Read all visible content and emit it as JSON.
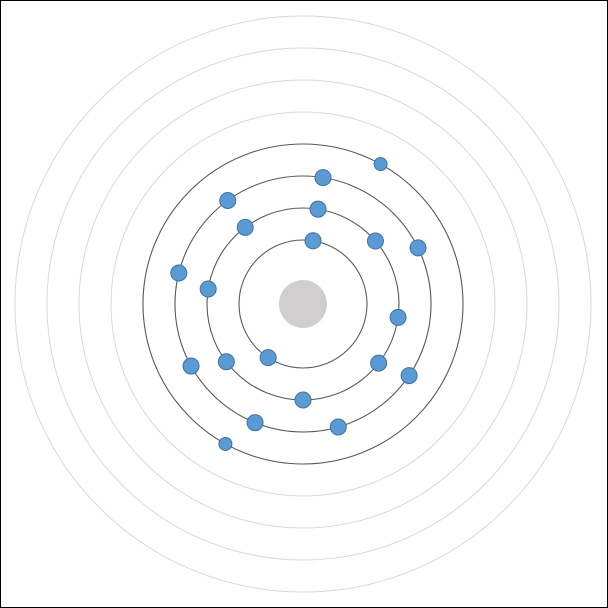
{
  "diagram": {
    "type": "bohr-atom-model",
    "colors": {
      "background": "#ffffff",
      "frame": "#000000",
      "nucleus_fill": "#d0cece",
      "occupied_shell": "#595959",
      "empty_shell": "#d9d9d9",
      "electron_fill": "#5b9bd5",
      "electron_stroke": "#41719c"
    },
    "nucleus": {},
    "shells": [
      {
        "n": 1,
        "occupied": true,
        "electron_count": 2
      },
      {
        "n": 2,
        "occupied": true,
        "electron_count": 8
      },
      {
        "n": 3,
        "occupied": true,
        "electron_count": 8
      },
      {
        "n": 4,
        "occupied": true,
        "electron_count": 2
      },
      {
        "n": 5,
        "occupied": false,
        "electron_count": 0
      },
      {
        "n": 6,
        "occupied": false,
        "electron_count": 0
      },
      {
        "n": 7,
        "occupied": false,
        "electron_count": 0
      },
      {
        "n": 8,
        "occupied": false,
        "electron_count": 0
      }
    ],
    "electrons": [
      {
        "shell": 1,
        "angle_deg": 81
      },
      {
        "shell": 1,
        "angle_deg": 237
      },
      {
        "shell": 2,
        "angle_deg": 81
      },
      {
        "shell": 2,
        "angle_deg": 127
      },
      {
        "shell": 2,
        "angle_deg": 171
      },
      {
        "shell": 2,
        "angle_deg": 217
      },
      {
        "shell": 2,
        "angle_deg": 270
      },
      {
        "shell": 2,
        "angle_deg": 322
      },
      {
        "shell": 2,
        "angle_deg": 352
      },
      {
        "shell": 2,
        "angle_deg": 41
      },
      {
        "shell": 3,
        "angle_deg": 81
      },
      {
        "shell": 3,
        "angle_deg": 126
      },
      {
        "shell": 3,
        "angle_deg": 166
      },
      {
        "shell": 3,
        "angle_deg": 209
      },
      {
        "shell": 3,
        "angle_deg": 248
      },
      {
        "shell": 3,
        "angle_deg": 286
      },
      {
        "shell": 3,
        "angle_deg": 326
      },
      {
        "shell": 3,
        "angle_deg": 26
      },
      {
        "shell": 4,
        "angle_deg": 61
      },
      {
        "shell": 4,
        "angle_deg": 241
      }
    ]
  }
}
